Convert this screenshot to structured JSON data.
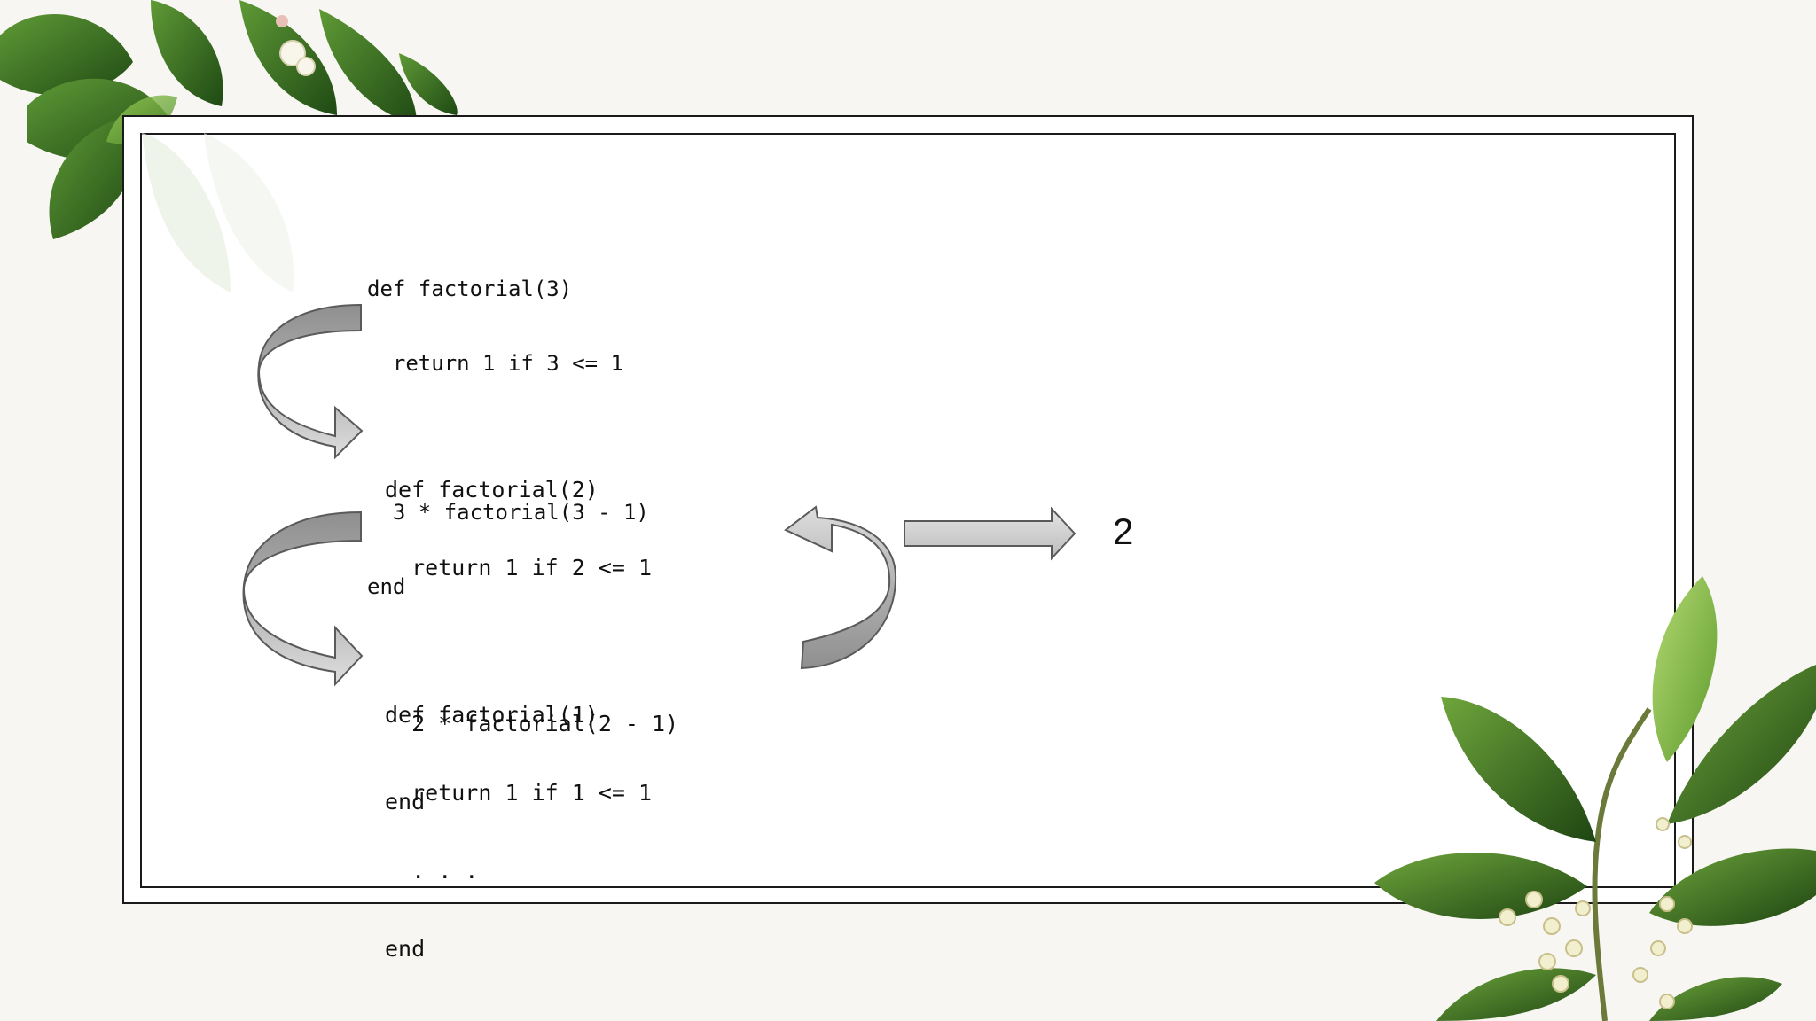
{
  "blocks": [
    {
      "lines": [
        "def factorial(3)",
        "  return 1 if 3 <= 1",
        "",
        "  3 * factorial(3 - 1)",
        "end"
      ]
    },
    {
      "lines": [
        "def factorial(2)",
        "  return 1 if 2 <= 1",
        "",
        "  2 * factorial(2 - 1)",
        "end"
      ]
    },
    {
      "lines": [
        "def factorial(1)",
        "  return 1 if 1 <= 1",
        "  . . .",
        "end"
      ]
    }
  ],
  "result": "2",
  "colors": {
    "arrow_light": "#d2d2d2",
    "arrow_dark": "#9b9b9b",
    "arrow_stroke": "#5a5a5a",
    "leaf_dark": "#2f5e1c",
    "leaf_mid": "#4f8a2c",
    "leaf_light": "#8fbf4a"
  }
}
